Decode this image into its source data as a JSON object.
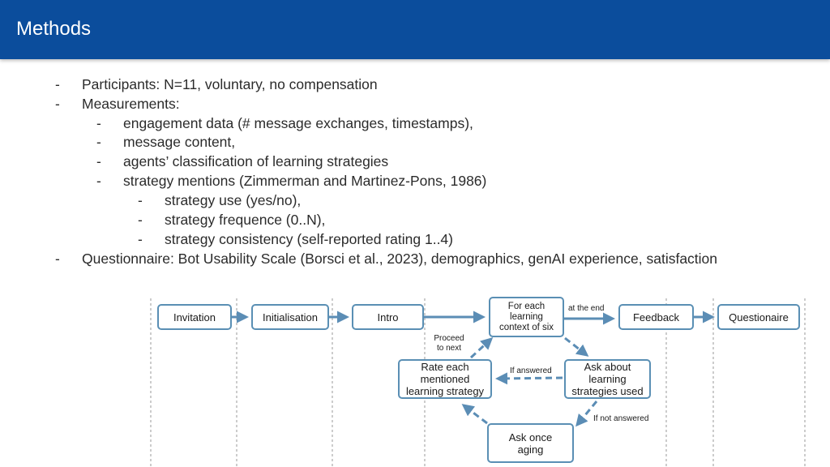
{
  "header": {
    "title": "Methods"
  },
  "bullets": [
    {
      "level": 1,
      "text": "Participants: N=11, voluntary, no compensation"
    },
    {
      "level": 1,
      "text": "Measurements:"
    },
    {
      "level": 2,
      "text": "engagement data (# message exchanges, timestamps),"
    },
    {
      "level": 2,
      "text": "message content,"
    },
    {
      "level": 2,
      "text": "agents’ classification of learning strategies"
    },
    {
      "level": 2,
      "text": "strategy mentions (Zimmerman and Martinez-Pons, 1986)"
    },
    {
      "level": 3,
      "text": "strategy use (yes/no),"
    },
    {
      "level": 3,
      "text": "strategy frequence (0..N),"
    },
    {
      "level": 3,
      "text": "strategy consistency (self-reported rating 1..4)"
    },
    {
      "level": 1,
      "text": "Questionnaire: Bot Usability Scale (Borsci et al., 2023), demographics, genAI experience, satisfaction"
    }
  ],
  "bullet_marker": "-",
  "diagram": {
    "nodes": {
      "invitation": "Invitation",
      "initialisation": "Initialisation",
      "intro": "Intro",
      "for_each": "For each learning context of six",
      "feedback": "Feedback",
      "questionaire": "Questionaire",
      "ask_about": "Ask about learning strategies used",
      "rate_each": "Rate each mentioned learning strategy",
      "ask_once": "Ask once aging"
    },
    "edge_labels": {
      "at_the_end": "at the end",
      "proceed_to_next": "Proceed to next",
      "if_answered": "If answered",
      "if_not_answered": "If not answered"
    },
    "colors": {
      "accent": "#0b4d9c",
      "node_border": "#5a8fb4",
      "arrow": "#5b8db5"
    }
  }
}
